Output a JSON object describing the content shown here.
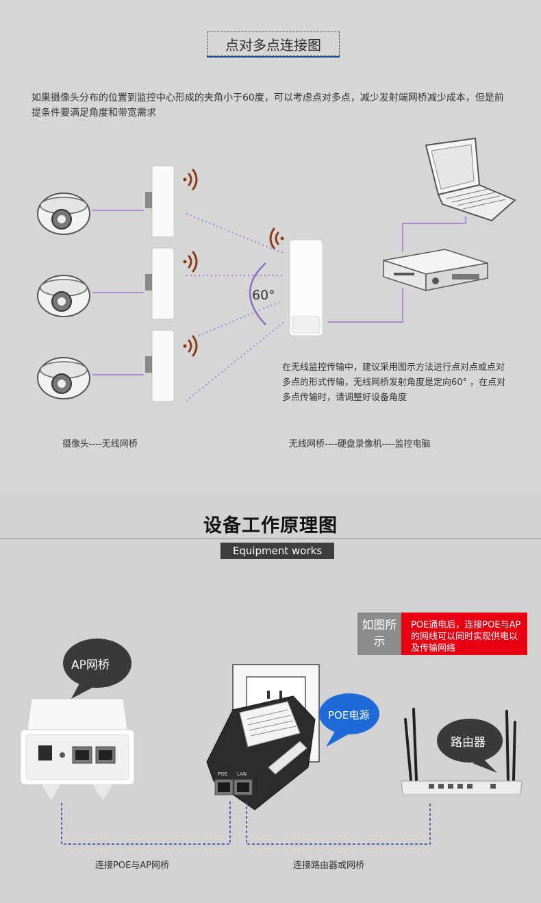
{
  "section1": {
    "title": "点对多点连接图",
    "intro": "如果摄像头分布的位置到监控中心形成的夹角小于60度，可以考虑点对多点，减少发射端网桥减少成本，但是前提条件要满足角度和带宽需求",
    "angle_label": "60°",
    "note": "在无线监控传输中，建议采用图示方法进行点对点或点对多点的形式传输，无线网桥发射角度是定向60° ，在点对多点传输时，请调整好设备角度",
    "caption_left": "摄像头----无线网桥",
    "caption_right": "无线网桥----硬盘录像机----监控电脑"
  },
  "section2": {
    "title": "设备工作原理图",
    "badge": "Equipment works",
    "tip_label": "如图所示",
    "tip_text": "POE通电后，连接POE与AP的网线可以同时实现供电以及传输网络",
    "bubble_ap": "AP网桥",
    "bubble_poe": "POE电源",
    "bubble_router": "路由器",
    "caption_left": "连接POE与AP网桥",
    "caption_right": "连接路由器或网桥",
    "adapter_label_poe": "POE",
    "adapter_label_lan": "LAN"
  },
  "colors": {
    "link_purple": "#b18ad6",
    "signal_brown": "#8a3a12",
    "dashed_blue": "#2a3fb5",
    "accent_red": "#e60012",
    "title_blue": "#1e4f9f"
  }
}
